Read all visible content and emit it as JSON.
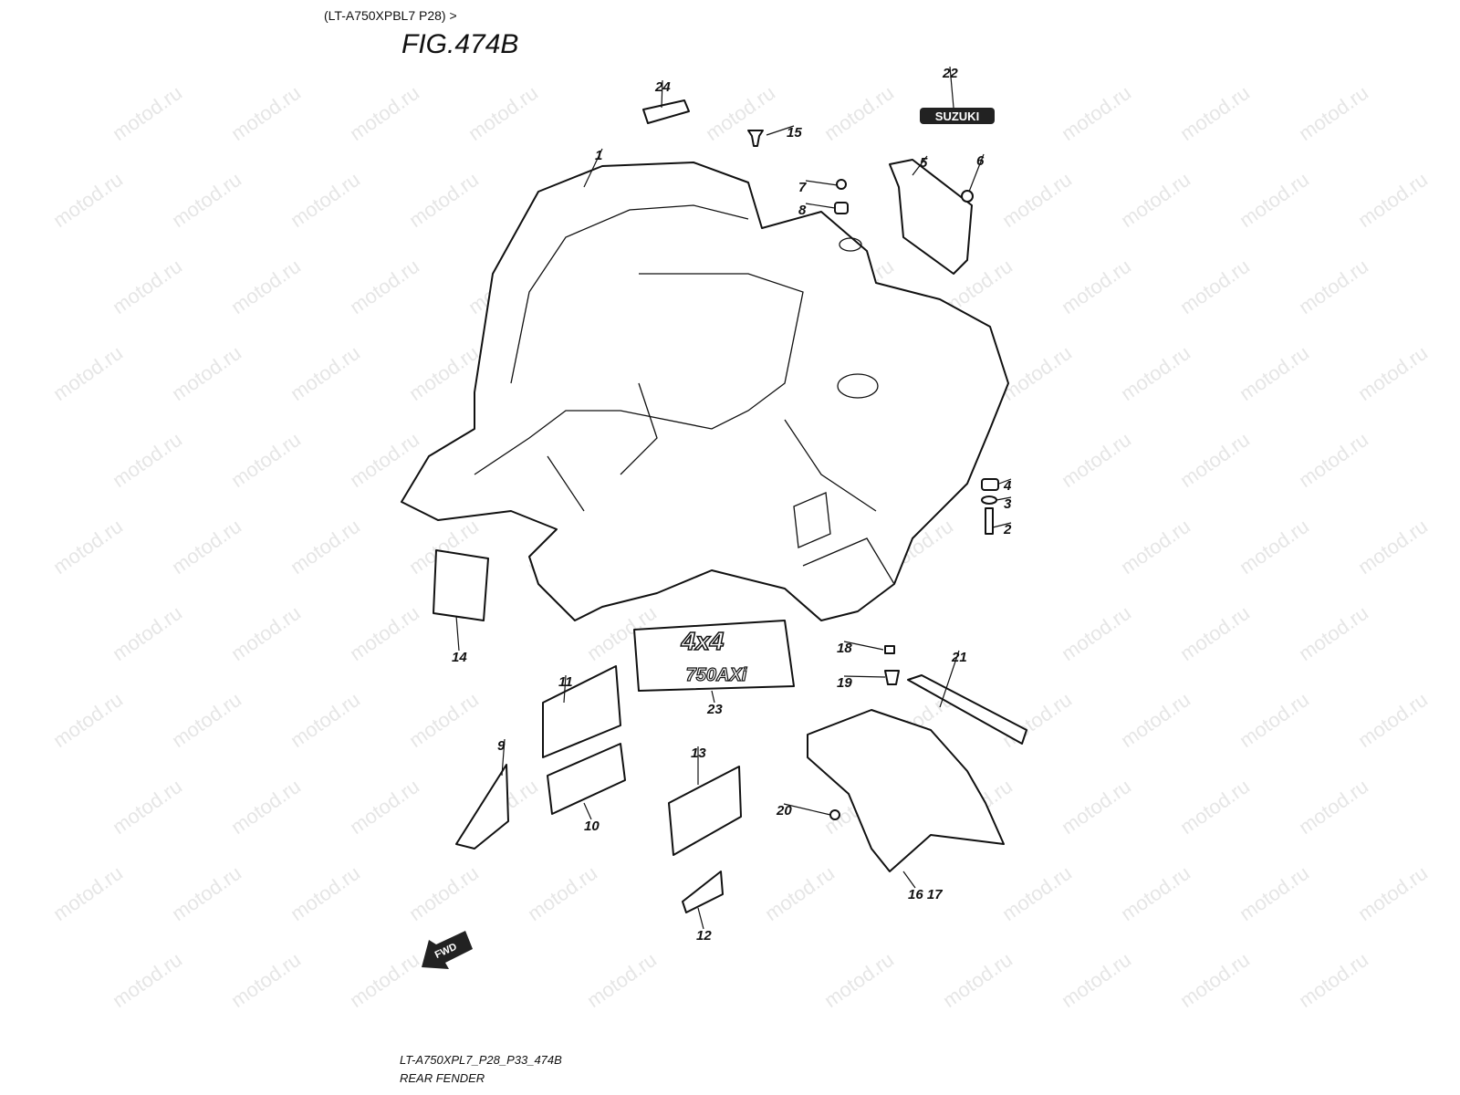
{
  "header": {
    "model": "(LT-A750XPBL7 P28) >",
    "figure": "FIG.474B"
  },
  "footer": {
    "code": "LT-A750XPL7_P28_P33_474B",
    "title": "REAR FENDER"
  },
  "watermark": "motod.ru",
  "badges": {
    "suzuki": "SUZUKI",
    "emblem_top": "4x4",
    "emblem_bottom": "750AXi",
    "fwd": "FWD"
  },
  "callouts": [
    "24",
    "22",
    "15",
    "1",
    "5",
    "6",
    "7",
    "8",
    "4",
    "3",
    "2",
    "14",
    "18",
    "19",
    "21",
    "23",
    "11",
    "9",
    "10",
    "13",
    "20",
    "16 17",
    "12"
  ]
}
